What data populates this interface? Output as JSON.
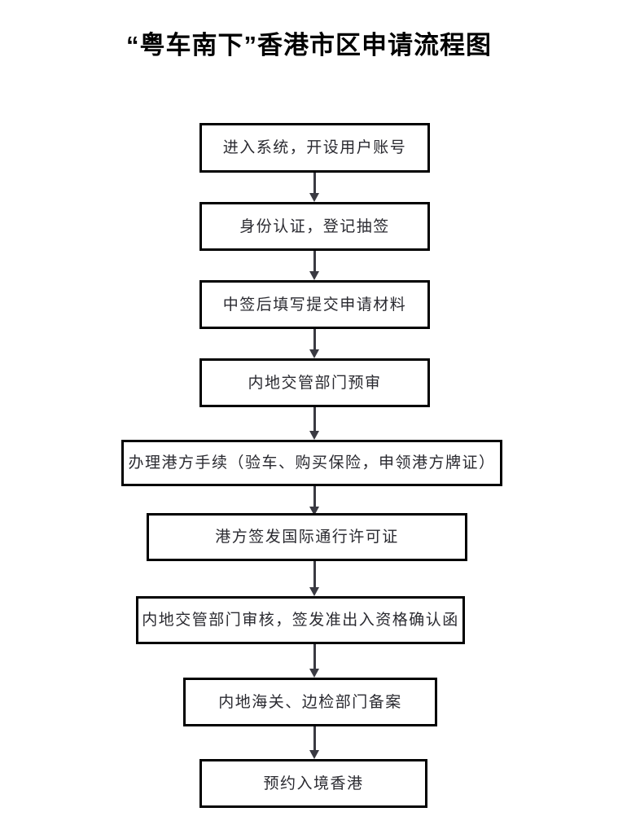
{
  "title": "“粤车南下”香港市区申请流程图",
  "flowchart": {
    "type": "flowchart",
    "orientation": "vertical",
    "node_shape": "rectangle",
    "border_color": "#000000",
    "text_color": "#2a2a30",
    "background_color": "#ffffff",
    "connector": "down-arrow",
    "steps": [
      {
        "index": 1,
        "label": "进入系统，开设用户账号"
      },
      {
        "index": 2,
        "label": "身份认证，登记抽签"
      },
      {
        "index": 3,
        "label": "中签后填写提交申请材料"
      },
      {
        "index": 4,
        "label": "内地交管部门预审"
      },
      {
        "index": 5,
        "label": "办理港方手续（验车、购买保险，申领港方牌证）"
      },
      {
        "index": 6,
        "label": "港方签发国际通行许可证"
      },
      {
        "index": 7,
        "label": "内地交管部门审核，签发准出入资格确认函"
      },
      {
        "index": 8,
        "label": "内地海关、边检部门备案"
      },
      {
        "index": 9,
        "label": "预约入境香港"
      }
    ]
  }
}
